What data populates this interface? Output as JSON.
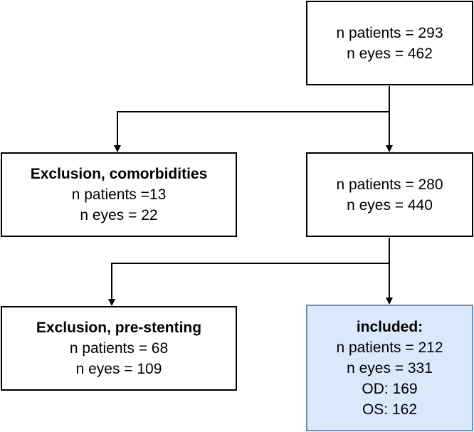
{
  "nodes": {
    "top": {
      "lines": [
        "n patients = 293",
        "n eyes = 462"
      ]
    },
    "exclusion_comorbidities": {
      "heading": "Exclusion, comorbidities",
      "lines": [
        "n patients =13",
        "n eyes = 22"
      ]
    },
    "middle": {
      "lines": [
        "n patients = 280",
        "n eyes = 440"
      ]
    },
    "exclusion_pre_stenting": {
      "heading": "Exclusion, pre-stenting",
      "lines": [
        "n patients = 68",
        "n eyes = 109"
      ]
    },
    "included": {
      "heading": "included:",
      "lines": [
        "n patients = 212",
        "n eyes = 331",
        "OD: 169",
        "OS: 162"
      ]
    }
  },
  "colors": {
    "included_fill": "#dae8fc",
    "included_border": "#6c8ebf",
    "line": "#000000"
  }
}
